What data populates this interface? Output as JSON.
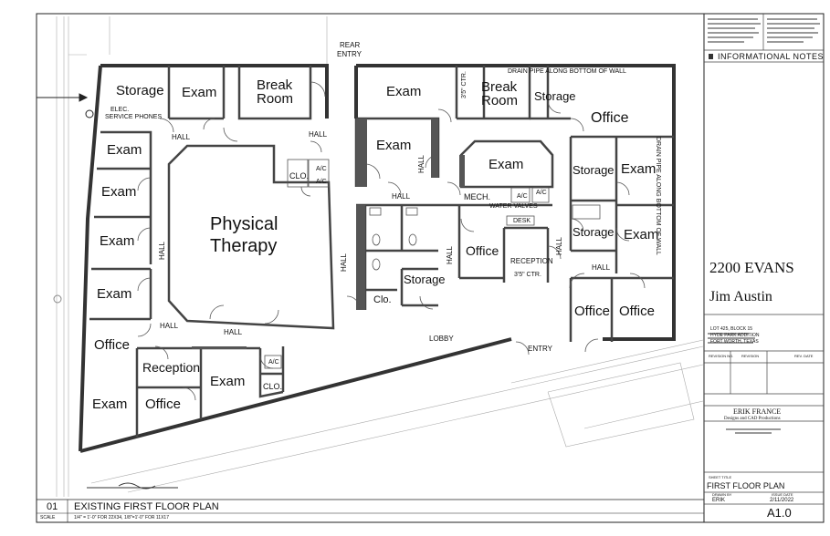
{
  "plan": {
    "rooms": {
      "storage_nw": "Storage",
      "exam_nw": "Exam",
      "break_w_1": "Break",
      "break_w_2": "Room",
      "exam_w1": "Exam",
      "exam_w2": "Exam",
      "exam_w3": "Exam",
      "exam_w4": "Exam",
      "office_w": "Office",
      "reception_w": "Reception",
      "exam_sw1": "Exam",
      "office_sw": "Office",
      "exam_sw2": "Exam",
      "pt_1": "Physical",
      "pt_2": "Therapy",
      "exam_n1": "Exam",
      "break_e_1": "Break",
      "break_e_2": "Room",
      "storage_n": "Storage",
      "office_ne": "Office",
      "exam_n2": "Exam",
      "exam_c": "Exam",
      "storage_e1": "Storage",
      "exam_e1": "Exam",
      "storage_e2": "Storage",
      "exam_e2": "Exam",
      "office_c": "Office",
      "storage_c": "Storage",
      "office_se1": "Office",
      "office_se2": "Office"
    },
    "small": {
      "clo_1": "CLO.",
      "clo_2": "Clo.",
      "clo_3": "CLO.",
      "ac_1": "A/C",
      "ac_2": "A/C",
      "ac_3": "A/C",
      "ac_4": "A/C",
      "ac_5": "A/C",
      "mech": "MECH.",
      "reception_c": "RECEPTION",
      "desk": "DESK",
      "water_valves": "WATER VALVES",
      "rear_entry_1": "REAR",
      "rear_entry_2": "ENTRY",
      "entry": "ENTRY",
      "lobby": "LOBBY",
      "elec_1": "ELEC.",
      "elec_2": "SERVICE PHONES",
      "drain_n": "DRAIN PIPE ALONG BOTTOM OF WALL",
      "drain_e": "DRAIN PIPE ALONG BOTTOM OF WALL",
      "ctr_1": "3'5\" CTR.",
      "ctr_2": "3'5\" CTR."
    },
    "halls": [
      "HALL",
      "HALL",
      "HALL",
      "HALL",
      "HALL",
      "HALL",
      "HALL",
      "HALL",
      "HALL",
      "HALL",
      "HALL"
    ],
    "drawing_number": "01",
    "drawing_title": "EXISTING FIRST FLOOR PLAN",
    "scale_note": "1/4\" = 1'-0\" FOR 22X34, 1/8\"=1'-0\" FOR 11X17",
    "scale_label": "SCALE"
  },
  "title_block": {
    "informational_notes": "INFORMATIONAL NOTES",
    "project_name": "2200 EVANS",
    "client": "Jim Austin",
    "lot_1": "LOT 425, BLOCK 15",
    "lot_2": "HYDE PARK ADDITION",
    "lot_3": "FORT WORTH, TEXAS",
    "revision_no": "REVISION NO.",
    "revision": "REVISION",
    "rev_date": "REV. DATE",
    "firm_name": "ERIK FRANCE",
    "firm_sub": "Designs and CAD Productions",
    "sheet_title_label": "SHEET TITLE",
    "sheet_title": "FIRST FLOOR PLAN",
    "drawn_by_label": "DRAWN BY",
    "drawn_by": "ERIK",
    "issue_date_label": "ISSUE DATE",
    "issue_date": "2/11/2022",
    "sheet_no": "A1.0"
  }
}
